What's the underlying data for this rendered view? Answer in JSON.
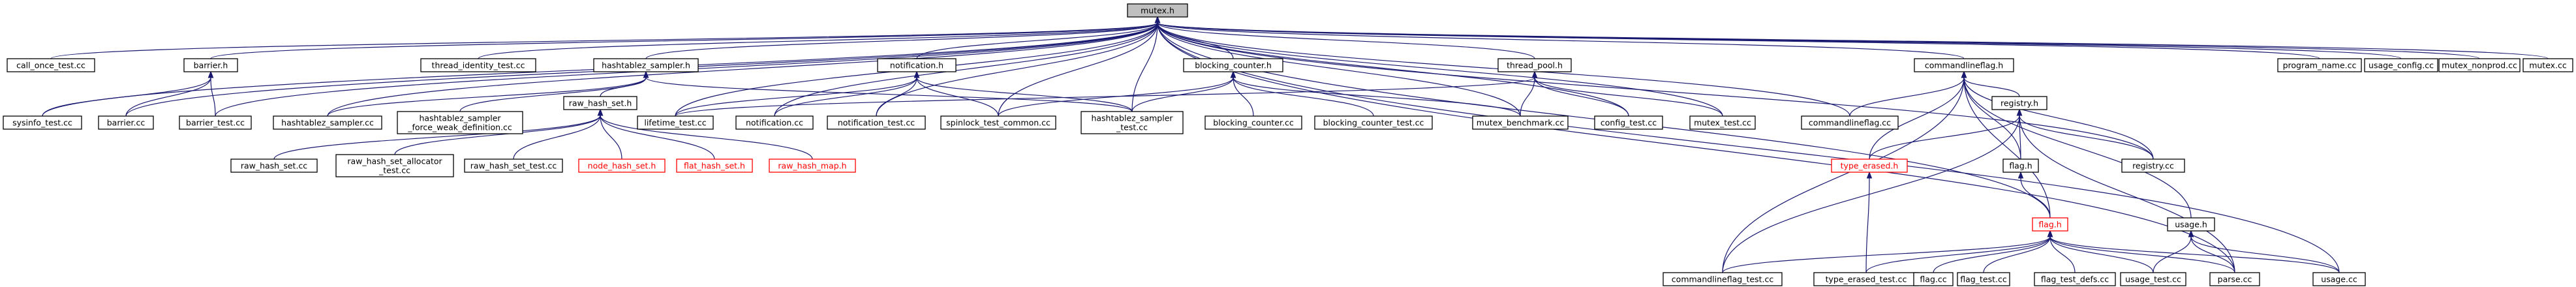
{
  "diagram": {
    "colors": {
      "edge": "#191970",
      "root_fill": "#bfbfbf",
      "node_border": "#000000",
      "missing_border": "#ff0000"
    },
    "nodes": [
      {
        "id": "mutex_h",
        "lines": [
          "mutex.h"
        ],
        "root": true
      },
      {
        "id": "call_once_test",
        "lines": [
          "call_once_test.cc"
        ]
      },
      {
        "id": "barrier_h",
        "lines": [
          "barrier.h"
        ]
      },
      {
        "id": "thread_identity_test",
        "lines": [
          "thread_identity_test.cc"
        ]
      },
      {
        "id": "hashtablez_sampler_h",
        "lines": [
          "hashtablez_sampler.h"
        ]
      },
      {
        "id": "notification_h",
        "lines": [
          "notification.h"
        ]
      },
      {
        "id": "blocking_counter_h",
        "lines": [
          "blocking_counter.h"
        ]
      },
      {
        "id": "thread_pool_h",
        "lines": [
          "thread_pool.h"
        ]
      },
      {
        "id": "commandlineflag_h",
        "lines": [
          "commandlineflag.h"
        ]
      },
      {
        "id": "program_name",
        "lines": [
          "program_name.cc"
        ]
      },
      {
        "id": "usage_config",
        "lines": [
          "usage_config.cc"
        ]
      },
      {
        "id": "mutex_nonprod",
        "lines": [
          "mutex_nonprod.cc"
        ]
      },
      {
        "id": "mutex_cc",
        "lines": [
          "mutex.cc"
        ]
      },
      {
        "id": "sysinfo_test",
        "lines": [
          "sysinfo_test.cc"
        ]
      },
      {
        "id": "barrier_cc",
        "lines": [
          "barrier.cc"
        ]
      },
      {
        "id": "barrier_test",
        "lines": [
          "barrier_test.cc"
        ]
      },
      {
        "id": "hashtablez_sampler_cc",
        "lines": [
          "hashtablez_sampler.cc"
        ]
      },
      {
        "id": "hashtablez_force_weak",
        "lines": [
          "hashtablez_sampler",
          "_force_weak_definition.cc"
        ]
      },
      {
        "id": "raw_hash_set_h",
        "lines": [
          "raw_hash_set.h"
        ]
      },
      {
        "id": "lifetime_test",
        "lines": [
          "lifetime_test.cc"
        ]
      },
      {
        "id": "notification_cc",
        "lines": [
          "notification.cc"
        ]
      },
      {
        "id": "notification_test",
        "lines": [
          "notification_test.cc"
        ]
      },
      {
        "id": "spinlock_test_common",
        "lines": [
          "spinlock_test_common.cc"
        ]
      },
      {
        "id": "hashtablez_sampler_test",
        "lines": [
          "hashtablez_sampler",
          "_test.cc"
        ]
      },
      {
        "id": "blocking_counter_cc",
        "lines": [
          "blocking_counter.cc"
        ]
      },
      {
        "id": "blocking_counter_test",
        "lines": [
          "blocking_counter_test.cc"
        ]
      },
      {
        "id": "mutex_benchmark",
        "lines": [
          "mutex_benchmark.cc"
        ]
      },
      {
        "id": "config_test",
        "lines": [
          "config_test.cc"
        ]
      },
      {
        "id": "mutex_test",
        "lines": [
          "mutex_test.cc"
        ]
      },
      {
        "id": "commandlineflag_cc",
        "lines": [
          "commandlineflag.cc"
        ]
      },
      {
        "id": "registry_h",
        "lines": [
          "registry.h"
        ]
      },
      {
        "id": "raw_hash_set_cc",
        "lines": [
          "raw_hash_set.cc"
        ]
      },
      {
        "id": "raw_hash_set_allocator_test",
        "lines": [
          "raw_hash_set_allocator",
          "_test.cc"
        ]
      },
      {
        "id": "raw_hash_set_test",
        "lines": [
          "raw_hash_set_test.cc"
        ]
      },
      {
        "id": "node_hash_set_h",
        "lines": [
          "node_hash_set.h"
        ],
        "red": true
      },
      {
        "id": "flat_hash_set_h",
        "lines": [
          "flat_hash_set.h"
        ],
        "red": true
      },
      {
        "id": "raw_hash_map_h",
        "lines": [
          "raw_hash_map.h"
        ],
        "red": true
      },
      {
        "id": "type_erased_h",
        "lines": [
          "type_erased.h"
        ],
        "red": true
      },
      {
        "id": "flag_h_black",
        "lines": [
          "flag.h"
        ]
      },
      {
        "id": "registry_cc",
        "lines": [
          "registry.cc"
        ]
      },
      {
        "id": "flag_h_red",
        "lines": [
          "flag.h"
        ],
        "red": true
      },
      {
        "id": "usage_h",
        "lines": [
          "usage.h"
        ]
      },
      {
        "id": "commandlineflag_test",
        "lines": [
          "commandlineflag_test.cc"
        ]
      },
      {
        "id": "type_erased_test",
        "lines": [
          "type_erased_test.cc"
        ]
      },
      {
        "id": "flag_cc",
        "lines": [
          "flag.cc"
        ]
      },
      {
        "id": "flag_test",
        "lines": [
          "flag_test.cc"
        ]
      },
      {
        "id": "flag_test_defs",
        "lines": [
          "flag_test_defs.cc"
        ]
      },
      {
        "id": "usage_test",
        "lines": [
          "usage_test.cc"
        ]
      },
      {
        "id": "parse_cc",
        "lines": [
          "parse.cc"
        ]
      },
      {
        "id": "usage_cc",
        "lines": [
          "usage.cc"
        ]
      }
    ],
    "edges": [
      [
        "mutex_h",
        "call_once_test"
      ],
      [
        "mutex_h",
        "barrier_h"
      ],
      [
        "mutex_h",
        "thread_identity_test"
      ],
      [
        "mutex_h",
        "hashtablez_sampler_h"
      ],
      [
        "mutex_h",
        "notification_h"
      ],
      [
        "mutex_h",
        "blocking_counter_h"
      ],
      [
        "mutex_h",
        "thread_pool_h"
      ],
      [
        "mutex_h",
        "commandlineflag_h"
      ],
      [
        "mutex_h",
        "program_name"
      ],
      [
        "mutex_h",
        "usage_config"
      ],
      [
        "mutex_h",
        "mutex_nonprod"
      ],
      [
        "mutex_h",
        "mutex_cc"
      ],
      [
        "mutex_h",
        "sysinfo_test"
      ],
      [
        "mutex_h",
        "barrier_cc"
      ],
      [
        "mutex_h",
        "barrier_test"
      ],
      [
        "mutex_h",
        "hashtablez_sampler_cc"
      ],
      [
        "mutex_h",
        "lifetime_test"
      ],
      [
        "mutex_h",
        "notification_cc"
      ],
      [
        "mutex_h",
        "notification_test"
      ],
      [
        "mutex_h",
        "spinlock_test_common"
      ],
      [
        "mutex_h",
        "hashtablez_sampler_test"
      ],
      [
        "mutex_h",
        "mutex_benchmark"
      ],
      [
        "mutex_h",
        "config_test"
      ],
      [
        "mutex_h",
        "mutex_test"
      ],
      [
        "mutex_h",
        "commandlineflag_cc"
      ],
      [
        "mutex_h",
        "registry_cc"
      ],
      [
        "mutex_h",
        "usage_cc"
      ],
      [
        "mutex_h",
        "parse_cc"
      ],
      [
        "mutex_h",
        "flag_h_red"
      ],
      [
        "barrier_h",
        "sysinfo_test"
      ],
      [
        "barrier_h",
        "barrier_cc"
      ],
      [
        "barrier_h",
        "barrier_test"
      ],
      [
        "hashtablez_sampler_h",
        "hashtablez_sampler_cc"
      ],
      [
        "hashtablez_sampler_h",
        "hashtablez_force_weak"
      ],
      [
        "hashtablez_sampler_h",
        "raw_hash_set_h"
      ],
      [
        "hashtablez_sampler_h",
        "hashtablez_sampler_test"
      ],
      [
        "notification_h",
        "lifetime_test"
      ],
      [
        "notification_h",
        "notification_cc"
      ],
      [
        "notification_h",
        "notification_test"
      ],
      [
        "notification_h",
        "spinlock_test_common"
      ],
      [
        "notification_h",
        "hashtablez_sampler_test"
      ],
      [
        "blocking_counter_h",
        "spinlock_test_common"
      ],
      [
        "blocking_counter_h",
        "hashtablez_sampler_test"
      ],
      [
        "blocking_counter_h",
        "blocking_counter_cc"
      ],
      [
        "blocking_counter_h",
        "blocking_counter_test"
      ],
      [
        "blocking_counter_h",
        "mutex_benchmark"
      ],
      [
        "thread_pool_h",
        "lifetime_test"
      ],
      [
        "thread_pool_h",
        "mutex_benchmark"
      ],
      [
        "thread_pool_h",
        "config_test"
      ],
      [
        "thread_pool_h",
        "mutex_test"
      ],
      [
        "commandlineflag_h",
        "commandlineflag_cc"
      ],
      [
        "commandlineflag_h",
        "registry_h"
      ],
      [
        "commandlineflag_h",
        "type_erased_h"
      ],
      [
        "commandlineflag_h",
        "flag_h_black"
      ],
      [
        "commandlineflag_h",
        "commandlineflag_test"
      ],
      [
        "commandlineflag_h",
        "flag_h_red"
      ],
      [
        "commandlineflag_h",
        "usage_h"
      ],
      [
        "commandlineflag_h",
        "registry_cc"
      ],
      [
        "raw_hash_set_h",
        "raw_hash_set_cc"
      ],
      [
        "raw_hash_set_h",
        "raw_hash_set_allocator_test"
      ],
      [
        "raw_hash_set_h",
        "raw_hash_set_test"
      ],
      [
        "raw_hash_set_h",
        "node_hash_set_h"
      ],
      [
        "raw_hash_set_h",
        "flat_hash_set_h"
      ],
      [
        "raw_hash_set_h",
        "raw_hash_map_h"
      ],
      [
        "registry_h",
        "type_erased_h"
      ],
      [
        "registry_h",
        "flag_h_black"
      ],
      [
        "registry_h",
        "registry_cc"
      ],
      [
        "registry_h",
        "commandlineflag_test"
      ],
      [
        "registry_h",
        "parse_cc"
      ],
      [
        "type_erased_h",
        "type_erased_test"
      ],
      [
        "flag_h_black",
        "flag_h_red"
      ],
      [
        "flag_h_red",
        "commandlineflag_test"
      ],
      [
        "flag_h_red",
        "type_erased_test"
      ],
      [
        "flag_h_red",
        "flag_cc"
      ],
      [
        "flag_h_red",
        "flag_test"
      ],
      [
        "flag_h_red",
        "flag_test_defs"
      ],
      [
        "flag_h_red",
        "usage_test"
      ],
      [
        "flag_h_red",
        "parse_cc"
      ],
      [
        "flag_h_red",
        "usage_cc"
      ],
      [
        "usage_h",
        "usage_test"
      ],
      [
        "usage_h",
        "parse_cc"
      ],
      [
        "usage_h",
        "usage_cc"
      ]
    ]
  }
}
